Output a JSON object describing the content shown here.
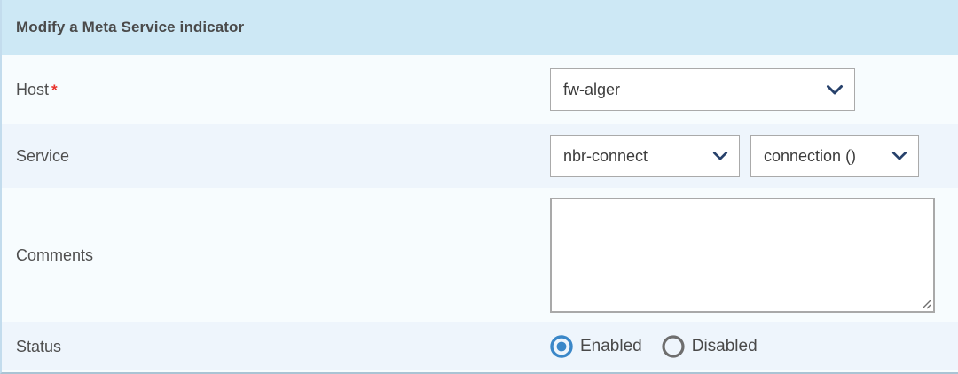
{
  "panel": {
    "header_title": "Modify a Meta Service indicator",
    "header_bg": "#cde8f5",
    "row_alt_bg": "#eef5fc",
    "row_bg": "#f7fcfe"
  },
  "fields": {
    "host": {
      "label": "Host",
      "required_marker": "*",
      "select_value": "fw-alger",
      "chevron_icon": "chevron-down-icon"
    },
    "service": {
      "label": "Service",
      "service_value": "nbr-connect",
      "metric_value": "connection ()",
      "chevron_icon": "chevron-down-icon"
    },
    "comments": {
      "label": "Comments",
      "value": "",
      "placeholder": ""
    },
    "status": {
      "label": "Status",
      "options": [
        {
          "label": "Enabled",
          "selected": true,
          "color": "#3a87c8"
        },
        {
          "label": "Disabled",
          "selected": false,
          "color": "#6e6e6e"
        }
      ]
    }
  },
  "colors": {
    "required_star": "#e8322c",
    "chevron": "#27416b",
    "label_text": "#4e4e4e",
    "border": "#aaaaaa",
    "radio_selected": "#3a87c8",
    "radio_unselected": "#6e6e6e"
  }
}
